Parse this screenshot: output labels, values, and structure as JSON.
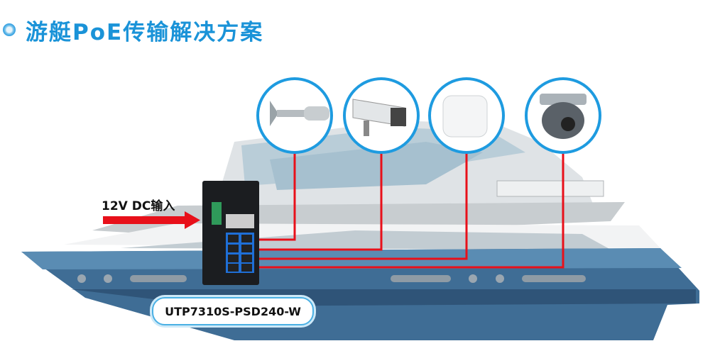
{
  "title": "游艇PoE传输解决方案",
  "power_label": "12V DC输入",
  "model_label": "UTP7310S-PSD240-W",
  "devices": [
    "horn-speaker",
    "bullet-camera",
    "wireless-ap",
    "dome-camera"
  ],
  "colors": {
    "accent": "#1a93d8",
    "cable": "#e8101a",
    "hull": "#3e6c94"
  }
}
